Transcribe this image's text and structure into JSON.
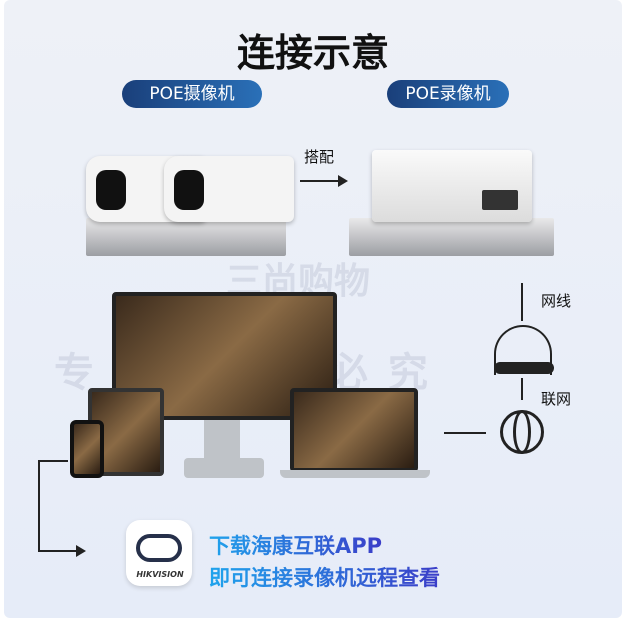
{
  "title": "连接示意",
  "camera_label": "POE摄像机",
  "nvr_label": "POE录像机",
  "pair_label": "搭配",
  "cable_label": "网线",
  "internet_label": "联网",
  "app": {
    "brand": "HIKVISION",
    "line1": "下载海康互联APP",
    "line2": "即可连接录像机远程查看"
  },
  "watermark": {
    "shop": "三尚购物",
    "notice": "专属  盗图必究"
  }
}
